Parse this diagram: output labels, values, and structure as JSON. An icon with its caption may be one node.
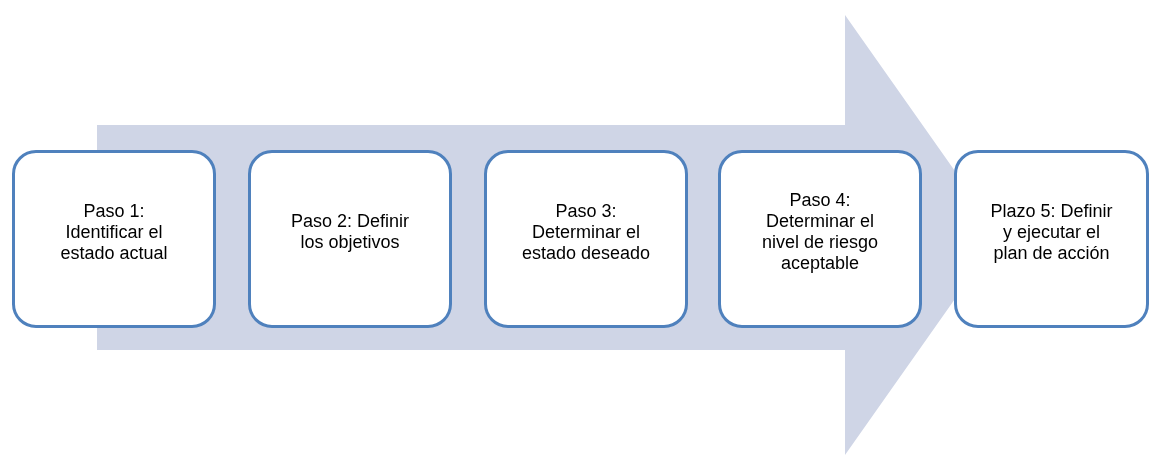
{
  "diagram": {
    "nodes": [
      {
        "text": [
          "Paso 1: Identificar el estado actual"
        ]
      },
      {
        "text": [
          "Paso 2: Definir los objetivos"
        ]
      },
      {
        "text": [
          "Paso 3: Determinar el estado deseado"
        ]
      },
      {
        "text": [
          "Paso 4: Determinar el nivel de riesgo aceptable"
        ]
      },
      {
        "text": [
          "Plazo 5: Definir y ejecutar el plan de acción"
        ]
      }
    ],
    "edges": [
      {
        "from": 0,
        "to": 4,
        "arrow": "to"
      }
    ]
  }
}
